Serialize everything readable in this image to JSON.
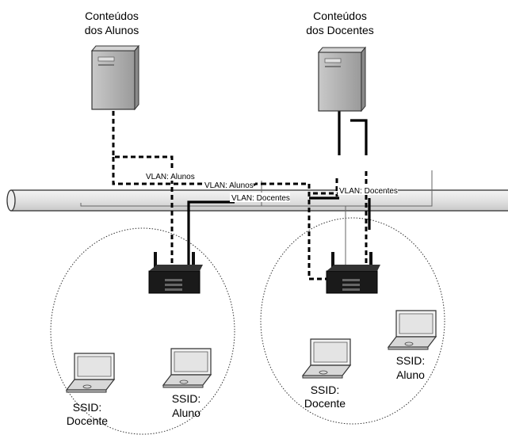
{
  "servers": {
    "alunos": {
      "line1": "Conteúdos",
      "line2": "dos Alunos",
      "icon": "server-icon"
    },
    "docentes": {
      "line1": "Conteúdos",
      "line2": "dos Docentes",
      "icon": "server-icon"
    }
  },
  "vlan_labels": {
    "alunos_1": "VLAN: Alunos",
    "alunos_2": "VLAN: Alunos",
    "docentes_1": "VLAN: Docentes",
    "docentes_2": "VLAN: Docentes"
  },
  "cells": {
    "left": {
      "access_point_icon": "wireless-router-icon",
      "laptop_docente": {
        "line1": "SSID:",
        "line2": "Docente",
        "icon": "laptop-icon"
      },
      "laptop_aluno": {
        "line1": "SSID:",
        "line2": "Aluno",
        "icon": "laptop-icon"
      }
    },
    "right": {
      "access_point_icon": "wireless-router-icon",
      "laptop_docente": {
        "line1": "SSID:",
        "line2": "Docente",
        "icon": "laptop-icon"
      },
      "laptop_aluno": {
        "line1": "SSID:",
        "line2": "Aluno",
        "icon": "laptop-icon"
      }
    }
  },
  "colors": {
    "server_body": "#b0b0b0",
    "backbone_fill": "#e6e6e6",
    "laptop_screen": "#e8e8e8",
    "router_body": "#1a1a1a",
    "line": "#000000"
  }
}
